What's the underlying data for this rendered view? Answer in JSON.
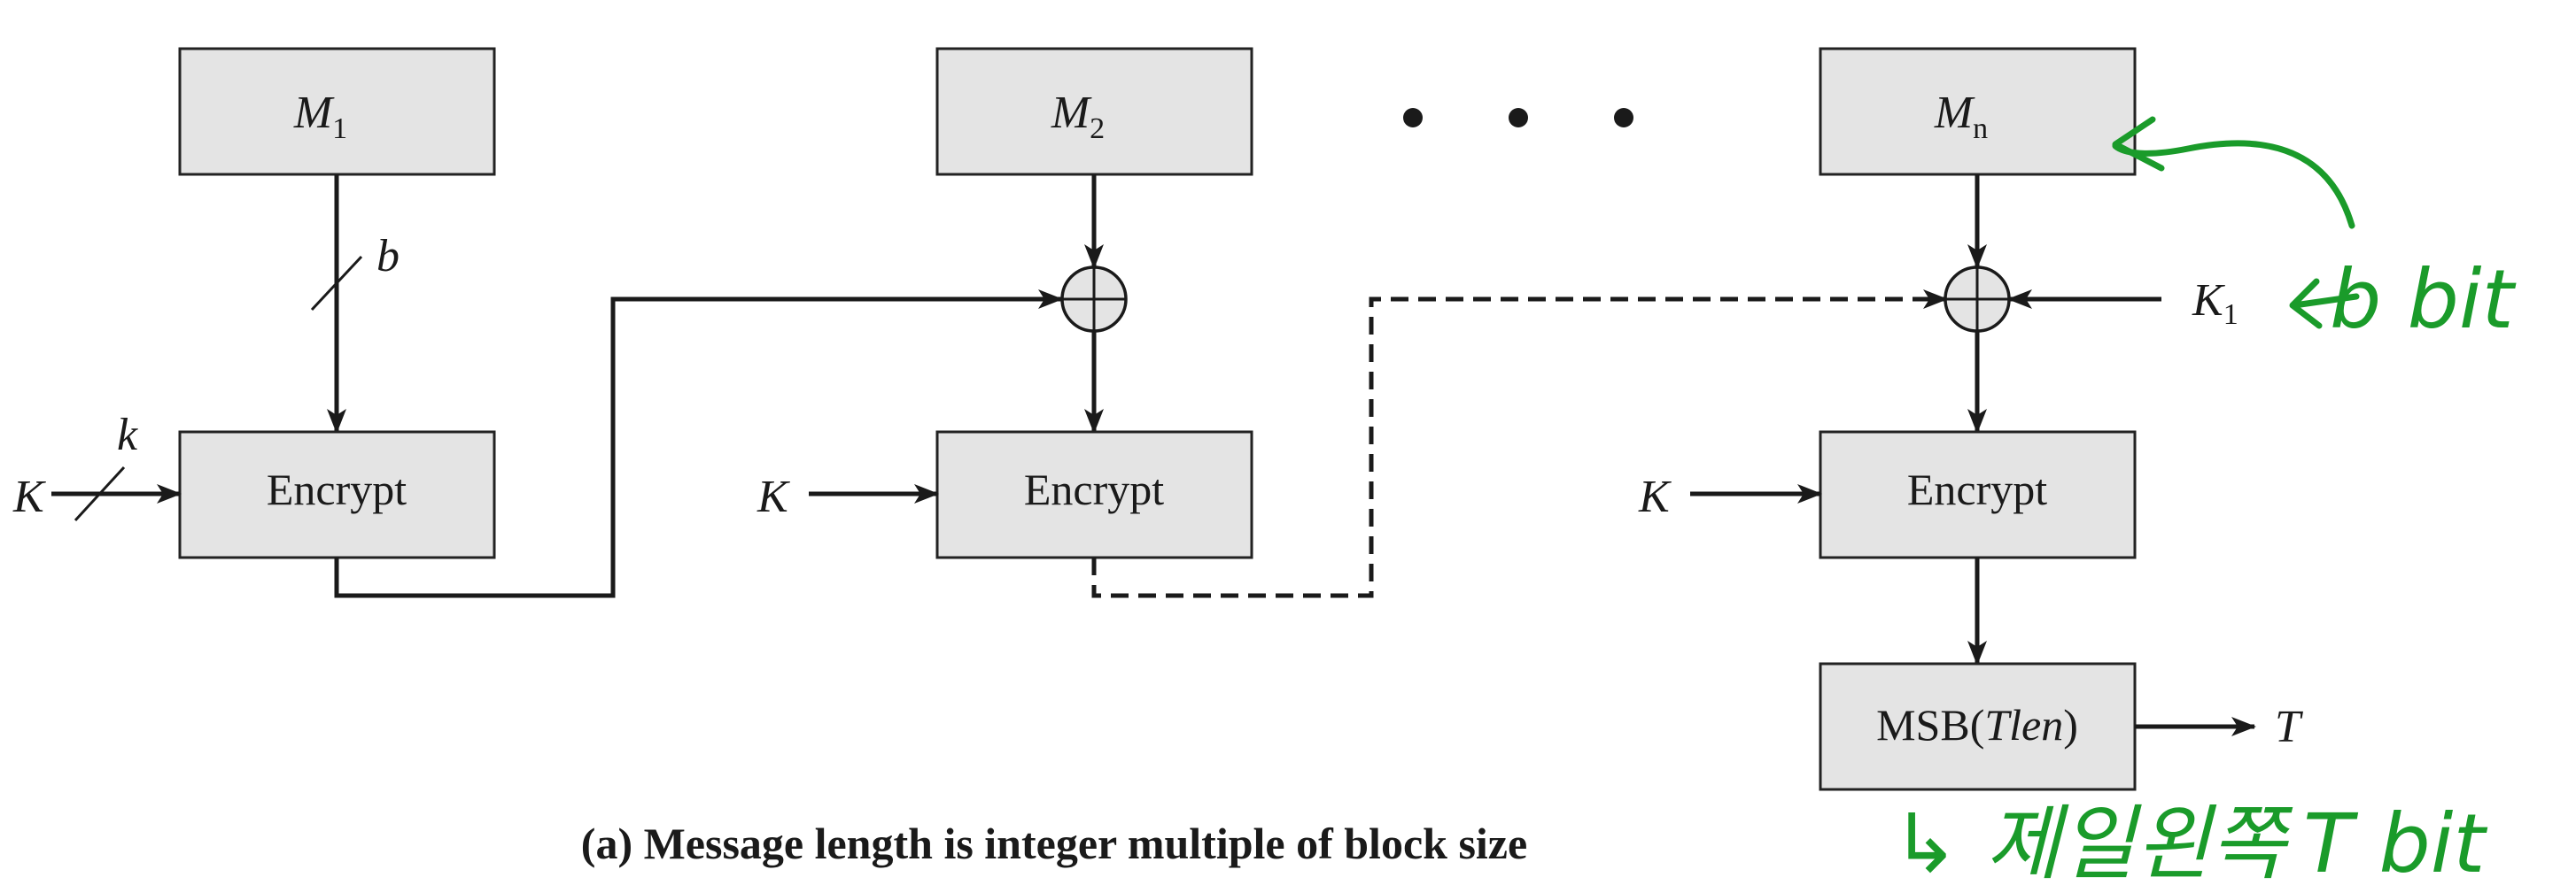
{
  "blocks": {
    "m1": {
      "symbol": "M",
      "subscript": "1"
    },
    "m2": {
      "symbol": "M",
      "subscript": "2"
    },
    "mn": {
      "symbol": "M",
      "subscript": "n"
    },
    "encrypt_label": "Encrypt",
    "msb": {
      "prefix": "MSB(",
      "italic": "Tlen",
      "suffix": ")"
    }
  },
  "inputs": {
    "key": "K",
    "k1": {
      "symbol": "K",
      "subscript": "1"
    },
    "block_width": "b",
    "key_width": "k"
  },
  "output": "T",
  "ellipsis": "• • •",
  "caption": "(a) Message length is integer multiple of block size",
  "annotations": {
    "b_bit": "b bit",
    "t_bit_prefix": "↳ 제일왼쪽",
    "t_bit_suffix": "T bit",
    "color": "#1a9b2a"
  },
  "colors": {
    "box_fill": "#e4e4e4",
    "stroke": "#1a1a1a"
  }
}
